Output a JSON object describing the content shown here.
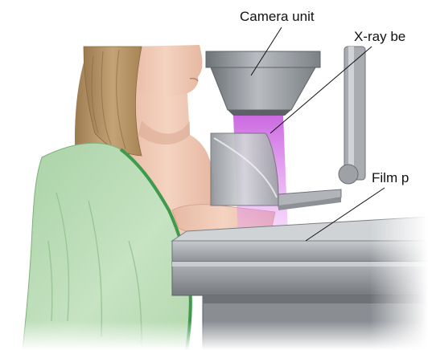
{
  "labels": {
    "camera_unit": "Camera unit",
    "xray_beam": "X-ray be",
    "film_plate": "Film p"
  },
  "colors": {
    "gown": "#b9dcb6",
    "gown_trim": "#3f9a4c",
    "skin": "#f2cdb8",
    "hair": "#b89466",
    "beam": "#d46ae6",
    "metal": "#9ea2a8"
  }
}
